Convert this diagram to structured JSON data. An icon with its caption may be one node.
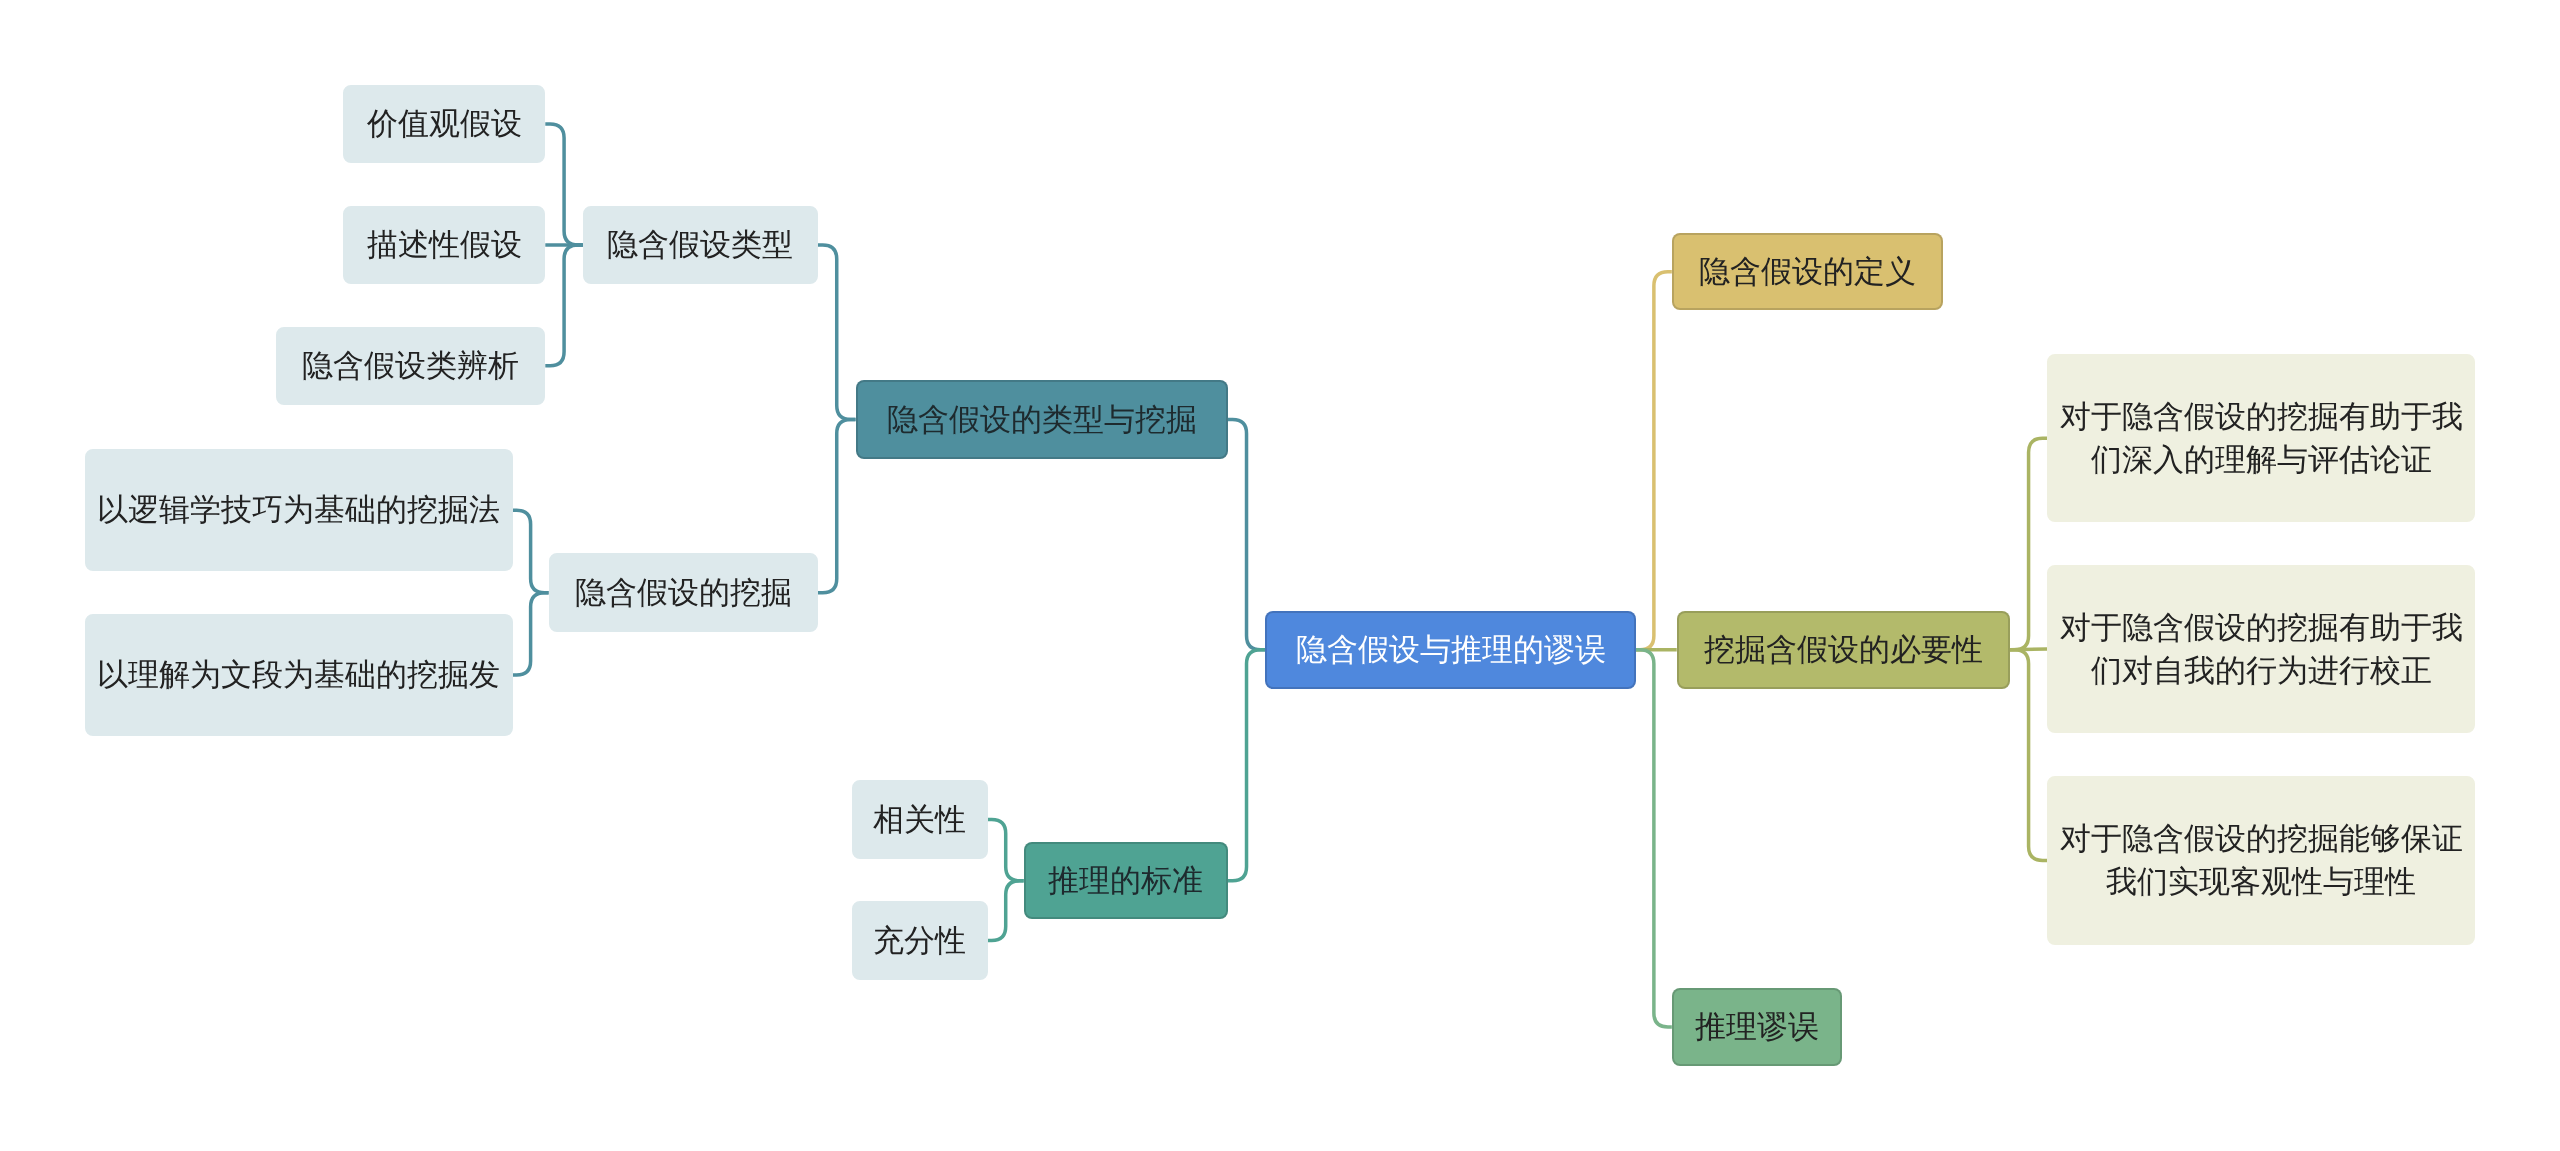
{
  "diagram": {
    "nodes": [
      {
        "text": [
          "隐含假设与推理的谬误"
        ]
      },
      {
        "text": [
          "隐含假设的类型与挖掘"
        ]
      },
      {
        "text": [
          "隐含假设类型"
        ]
      },
      {
        "text": [
          "价值观假设"
        ]
      },
      {
        "text": [
          "描述性假设"
        ]
      },
      {
        "text": [
          "隐含假设类辨析"
        ]
      },
      {
        "text": [
          "隐含假设的挖掘"
        ]
      },
      {
        "text": [
          "以逻辑学技巧为基础的挖掘法"
        ]
      },
      {
        "text": [
          "以理解为文段为基础的挖掘发"
        ]
      },
      {
        "text": [
          "推理的标准"
        ]
      },
      {
        "text": [
          "相关性"
        ]
      },
      {
        "text": [
          "充分性"
        ]
      },
      {
        "text": [
          "隐含假设的定义"
        ]
      },
      {
        "text": [
          "挖掘含假设的必要性"
        ]
      },
      {
        "text": [
          "对于隐含假设的挖掘有助于我们深入的理解与评估论证"
        ]
      },
      {
        "text": [
          "对于隐含假设的挖掘有助于我们对自我的行为进行校正"
        ]
      },
      {
        "text": [
          "对于隐含假设的挖掘能够保证我们实现客观性与理性"
        ]
      },
      {
        "text": [
          "推理谬误"
        ]
      }
    ],
    "edges": [
      {
        "from": 0,
        "to": 1,
        "arrow": "none"
      },
      {
        "from": 1,
        "to": 2,
        "arrow": "none"
      },
      {
        "from": 2,
        "to": 3,
        "arrow": "none"
      },
      {
        "from": 2,
        "to": 4,
        "arrow": "none"
      },
      {
        "from": 2,
        "to": 5,
        "arrow": "none"
      },
      {
        "from": 1,
        "to": 6,
        "arrow": "none"
      },
      {
        "from": 6,
        "to": 7,
        "arrow": "none"
      },
      {
        "from": 6,
        "to": 8,
        "arrow": "none"
      },
      {
        "from": 0,
        "to": 9,
        "arrow": "none",
        "color": "#4fa393"
      },
      {
        "from": 9,
        "to": 10,
        "arrow": "none",
        "color": "#4fa393"
      },
      {
        "from": 9,
        "to": 11,
        "arrow": "none",
        "color": "#4fa393"
      },
      {
        "from": 0,
        "to": 12,
        "arrow": "none",
        "color": "#d9c070"
      },
      {
        "from": 0,
        "to": 13,
        "arrow": "none",
        "color": "#aab463"
      },
      {
        "from": 13,
        "to": 14,
        "arrow": "none",
        "color": "#aab463"
      },
      {
        "from": 13,
        "to": 15,
        "arrow": "none",
        "color": "#aab463"
      },
      {
        "from": 13,
        "to": 16,
        "arrow": "none",
        "color": "#aab463"
      },
      {
        "from": 0,
        "to": 17,
        "arrow": "none",
        "color": "#7ab48a"
      }
    ]
  }
}
